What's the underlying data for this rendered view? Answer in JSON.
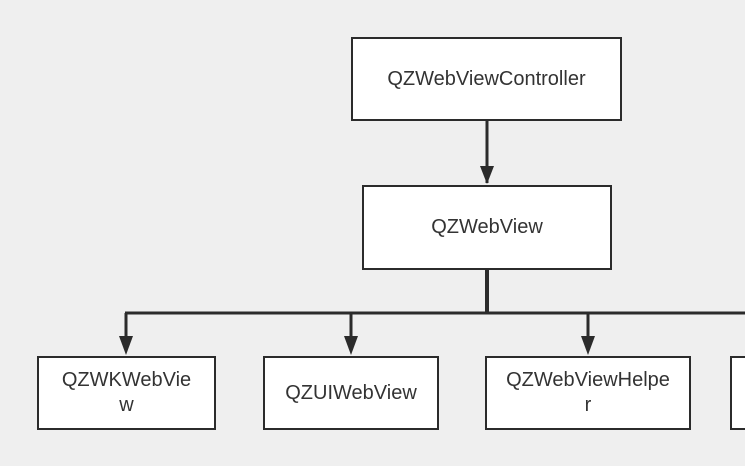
{
  "diagram": {
    "background": "#efefef",
    "node_border_color": "#2b2b2b",
    "node_fill": "#ffffff",
    "text_color": "#333333",
    "nodes": {
      "controller": "QZWebViewController",
      "webview": "QZWebView",
      "wkwebview": "QZWKWebView",
      "uiwebview": "QZUIWebView",
      "helper": "QZWebViewHelper",
      "partial": ""
    },
    "edges": [
      {
        "from": "controller",
        "to": "webview"
      },
      {
        "from": "webview",
        "to": "wkwebview"
      },
      {
        "from": "webview",
        "to": "uiwebview"
      },
      {
        "from": "webview",
        "to": "helper"
      },
      {
        "from": "webview",
        "to": "partial"
      }
    ]
  }
}
